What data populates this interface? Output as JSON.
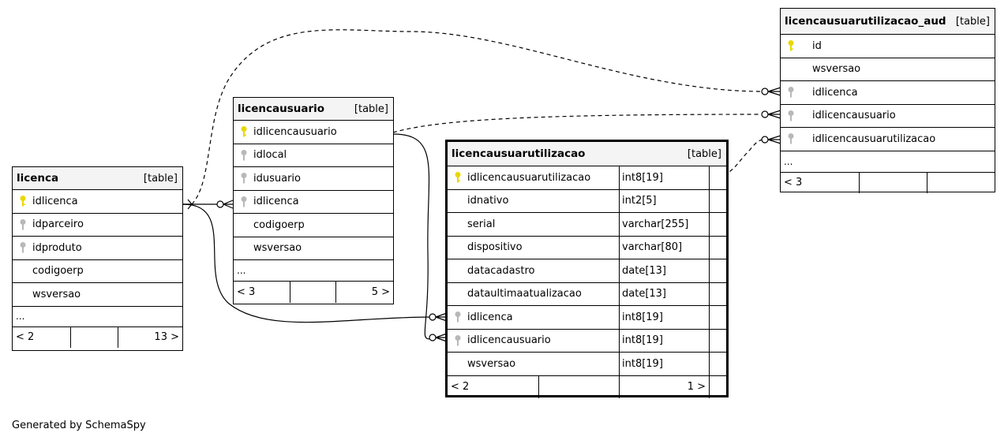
{
  "tables": {
    "licenca": {
      "name": "licenca",
      "kind": "[table]",
      "columns": [
        {
          "name": "idlicenca",
          "key": "primary"
        },
        {
          "name": "idparceiro",
          "key": "foreign"
        },
        {
          "name": "idproduto",
          "key": "foreign"
        },
        {
          "name": "codigoerp",
          "key": "none"
        },
        {
          "name": "wsversao",
          "key": "none"
        }
      ],
      "more": "...",
      "footer": {
        "parents": "< 2",
        "children": "13 >"
      }
    },
    "licencausuario": {
      "name": "licencausuario",
      "kind": "[table]",
      "columns": [
        {
          "name": "idlicencausuario",
          "key": "primary"
        },
        {
          "name": "idlocal",
          "key": "foreign"
        },
        {
          "name": "idusuario",
          "key": "foreign"
        },
        {
          "name": "idlicenca",
          "key": "foreign"
        },
        {
          "name": "codigoerp",
          "key": "none"
        },
        {
          "name": "wsversao",
          "key": "none"
        }
      ],
      "more": "...",
      "footer": {
        "parents": "< 3",
        "children": "5 >"
      }
    },
    "licencausuarutilizacao": {
      "name": "licencausuarutilizacao",
      "kind": "[table]",
      "columns": [
        {
          "name": "idlicencausuarutilizacao",
          "type": "int8[19]",
          "key": "primary"
        },
        {
          "name": "idnativo",
          "type": "int2[5]",
          "key": "none"
        },
        {
          "name": "serial",
          "type": "varchar[255]",
          "key": "none"
        },
        {
          "name": "dispositivo",
          "type": "varchar[80]",
          "key": "none"
        },
        {
          "name": "datacadastro",
          "type": "date[13]",
          "key": "none"
        },
        {
          "name": "dataultimaatualizacao",
          "type": "date[13]",
          "key": "none"
        },
        {
          "name": "idlicenca",
          "type": "int8[19]",
          "key": "foreign"
        },
        {
          "name": "idlicencausuario",
          "type": "int8[19]",
          "key": "foreign"
        },
        {
          "name": "wsversao",
          "type": "int8[19]",
          "key": "none"
        }
      ],
      "footer": {
        "parents": "< 2",
        "children": "1 >"
      }
    },
    "licencausuarutilizacao_aud": {
      "name": "licencausuarutilizacao_aud",
      "kind": "[table]",
      "columns": [
        {
          "name": "id",
          "key": "primary"
        },
        {
          "name": "wsversao",
          "key": "none"
        },
        {
          "name": "idlicenca",
          "key": "foreign"
        },
        {
          "name": "idlicencausuario",
          "key": "foreign"
        },
        {
          "name": "idlicencausuarutilizacao",
          "key": "foreign"
        }
      ],
      "more": "...",
      "footer": {
        "parents": "< 3",
        "children": ""
      }
    }
  },
  "colors": {
    "primary_key": "#e8d800",
    "foreign_key": "#b8b8b8",
    "header_bg": "#f4f4f4"
  },
  "footer_note": "Generated by SchemaSpy"
}
